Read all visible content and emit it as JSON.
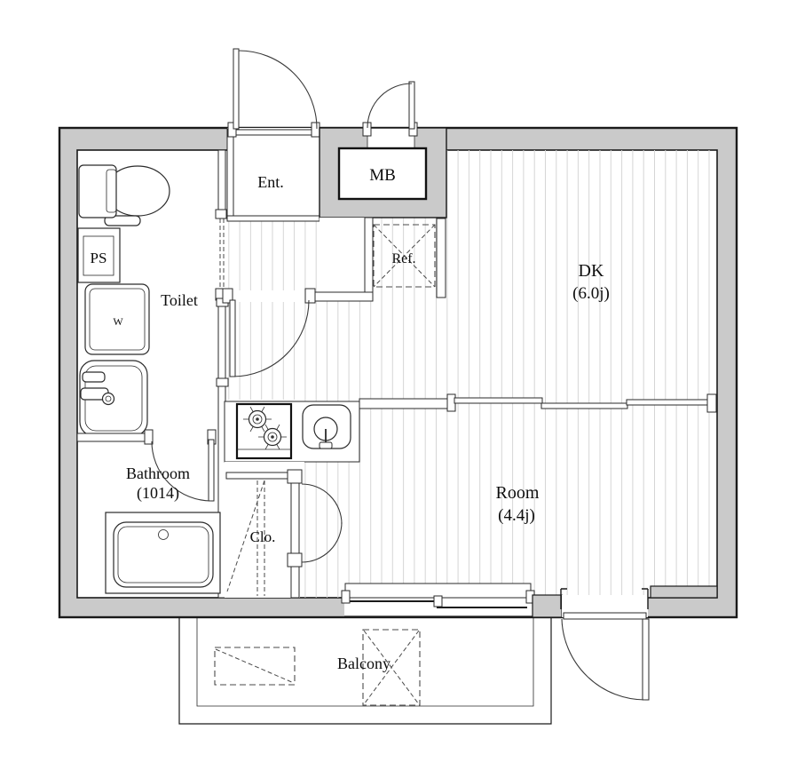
{
  "colors": {
    "wall_fill": "#cacaca",
    "outline": "#1a1a1a",
    "floor_stripe": "#d6d6d6"
  },
  "labels": {
    "entrance": "Ent.",
    "meter_box": "MB",
    "refrigerator": "Ref.",
    "dk": "DK",
    "dk_size": "(6.0j)",
    "pipe_space": "PS",
    "toilet": "Toilet",
    "washer": "W",
    "bathroom": "Bathroom",
    "bathroom_size": "(1014)",
    "closet": "Clo.",
    "room": "Room",
    "room_size": "(4.4j)",
    "balcony": "Balcony"
  }
}
